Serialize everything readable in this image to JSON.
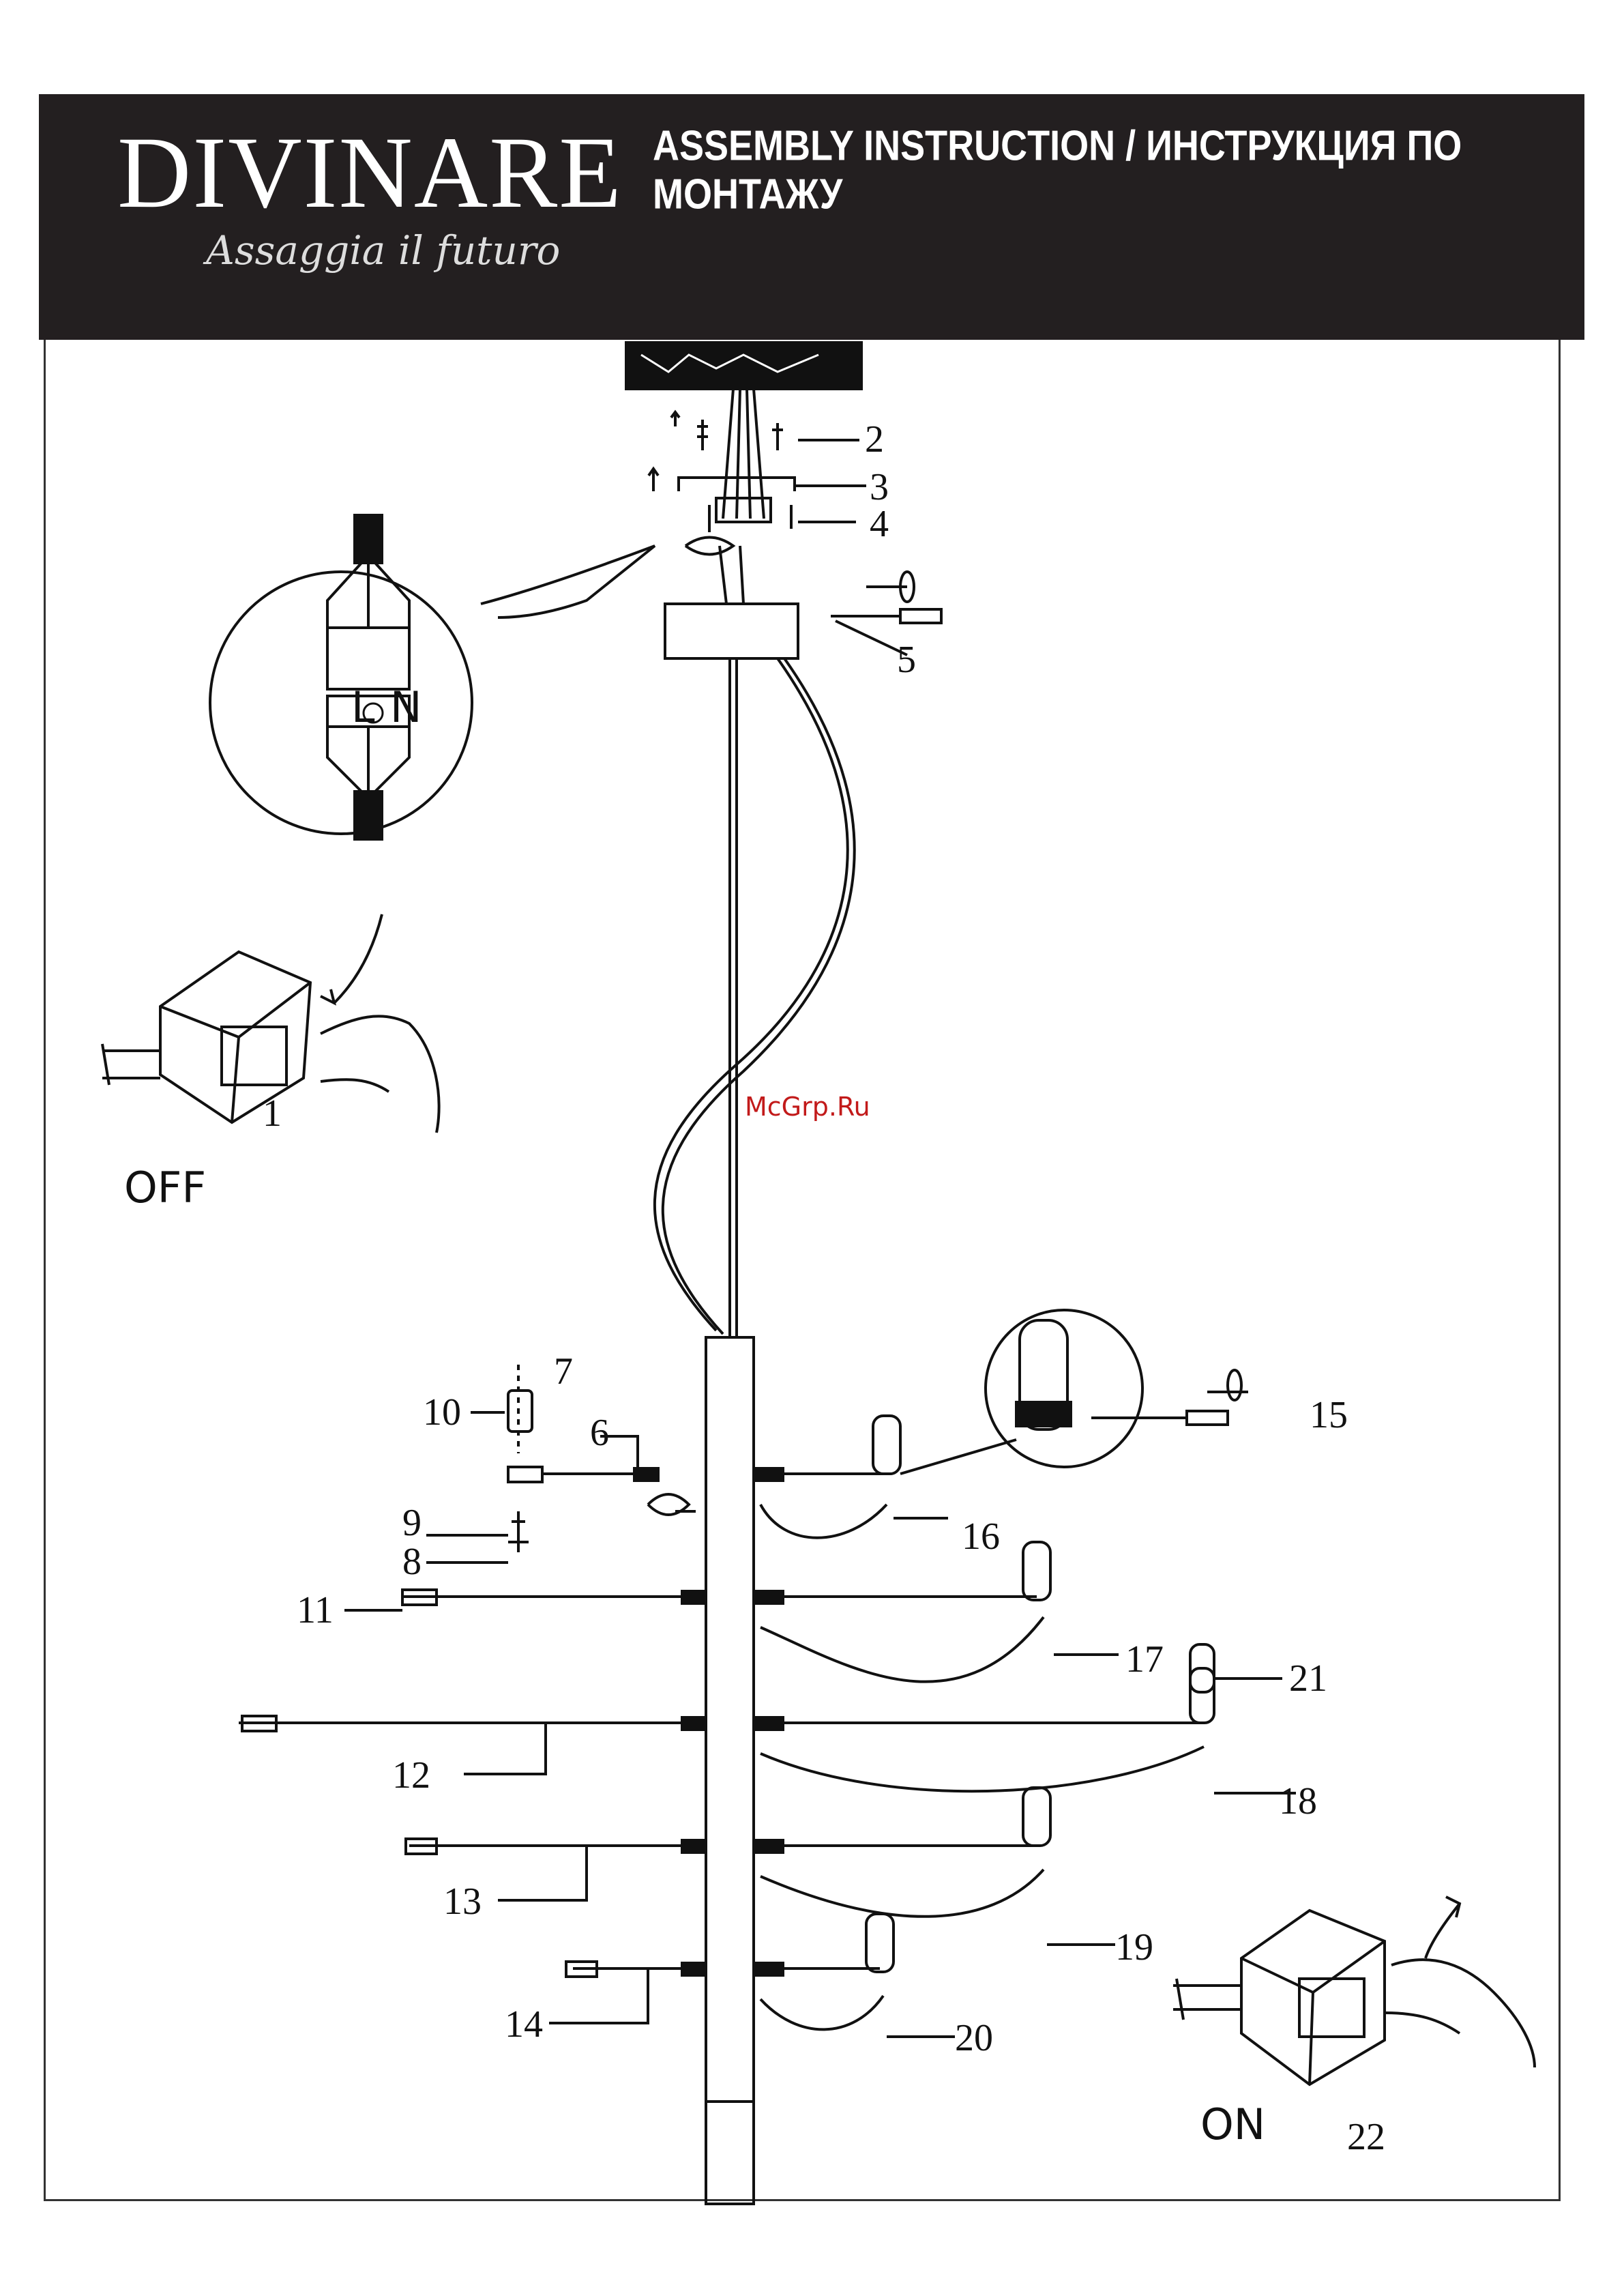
{
  "header": {
    "brand": "DIVINARE",
    "tagline": "Assaggia il futuro",
    "title": "ASSEMBLY INSTRUCTION / ИНСТРУКЦИЯ ПО МОНТАЖУ",
    "background": "#231f20"
  },
  "watermark": "McGrp.Ru",
  "switches": {
    "off_label": "OFF",
    "off_step": "1",
    "on_label": "ON",
    "on_step": "22"
  },
  "detail_terminal": {
    "left": "L",
    "right": "N",
    "ground_icon": "earth-symbol-icon"
  },
  "callouts": {
    "c2": "2",
    "c3": "3",
    "c4": "4",
    "c5": "5",
    "c6": "6",
    "c7": "7",
    "c8": "8",
    "c9": "9",
    "c10": "10",
    "c11": "11",
    "c12": "12",
    "c13": "13",
    "c14": "14",
    "c15": "15",
    "c16": "16",
    "c17": "17",
    "c18": "18",
    "c19": "19",
    "c20": "20",
    "c21": "21"
  }
}
